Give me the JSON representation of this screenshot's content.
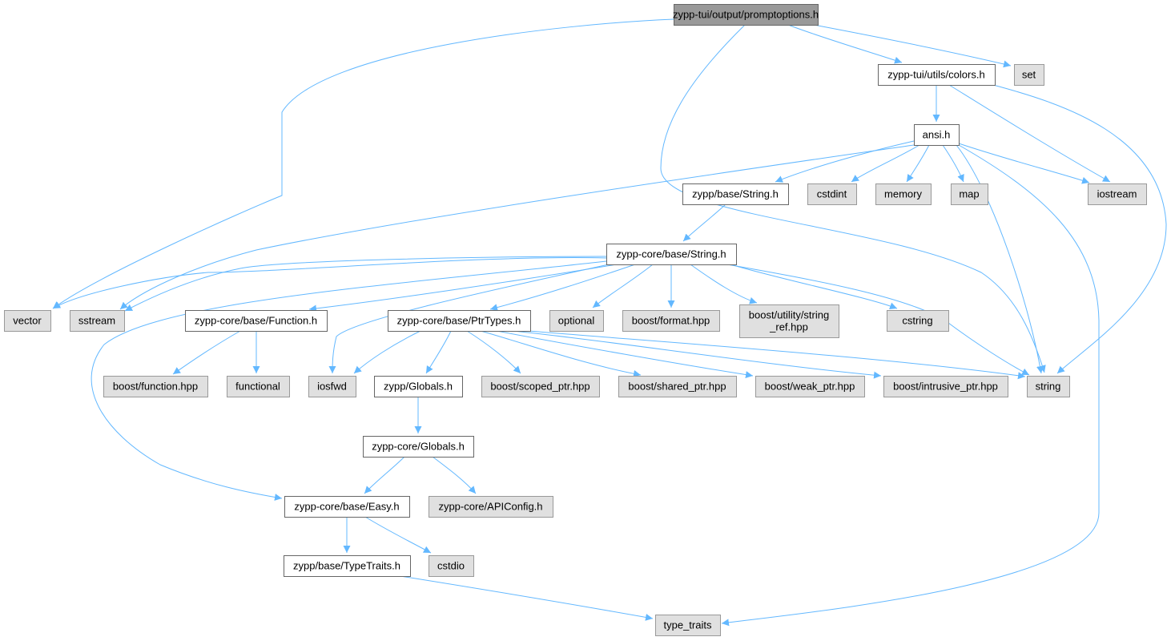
{
  "diagram": {
    "colors": {
      "root_fill": "#999999",
      "root_border": "#666666",
      "local_fill": "#ffffff",
      "local_border": "#666666",
      "external_fill": "#e0e0e0",
      "external_border": "#999999",
      "edge": "#63b8ff"
    },
    "nodes": [
      {
        "id": "promptoptions",
        "label": "zypp-tui/output/promptoptions.h",
        "kind": "root"
      },
      {
        "id": "set",
        "label": "set",
        "kind": "external"
      },
      {
        "id": "colors",
        "label": "zypp-tui/utils/colors.h",
        "kind": "local"
      },
      {
        "id": "ansi",
        "label": "ansi.h",
        "kind": "local"
      },
      {
        "id": "zyppString",
        "label": "zypp/base/String.h",
        "kind": "local"
      },
      {
        "id": "cstdint",
        "label": "cstdint",
        "kind": "external"
      },
      {
        "id": "memory",
        "label": "memory",
        "kind": "external"
      },
      {
        "id": "map",
        "label": "map",
        "kind": "external"
      },
      {
        "id": "iostream",
        "label": "iostream",
        "kind": "external"
      },
      {
        "id": "coreString",
        "label": "zypp-core/base/String.h",
        "kind": "local"
      },
      {
        "id": "vector",
        "label": "vector",
        "kind": "external"
      },
      {
        "id": "sstream",
        "label": "sstream",
        "kind": "external"
      },
      {
        "id": "function",
        "label": "zypp-core/base/Function.h",
        "kind": "local"
      },
      {
        "id": "ptrtypes",
        "label": "zypp-core/base/PtrTypes.h",
        "kind": "local"
      },
      {
        "id": "optional",
        "label": "optional",
        "kind": "external"
      },
      {
        "id": "bformat",
        "label": "boost/format.hpp",
        "kind": "external"
      },
      {
        "id": "bstringref",
        "label": [
          "boost/utility/string",
          "_ref.hpp"
        ],
        "kind": "external"
      },
      {
        "id": "cstring",
        "label": "cstring",
        "kind": "external"
      },
      {
        "id": "bfunction",
        "label": "boost/function.hpp",
        "kind": "external"
      },
      {
        "id": "functional",
        "label": "functional",
        "kind": "external"
      },
      {
        "id": "iosfwd",
        "label": "iosfwd",
        "kind": "external"
      },
      {
        "id": "globals",
        "label": "zypp/Globals.h",
        "kind": "local"
      },
      {
        "id": "bscoped",
        "label": "boost/scoped_ptr.hpp",
        "kind": "external"
      },
      {
        "id": "bshared",
        "label": "boost/shared_ptr.hpp",
        "kind": "external"
      },
      {
        "id": "bweak",
        "label": "boost/weak_ptr.hpp",
        "kind": "external"
      },
      {
        "id": "bintrusive",
        "label": "boost/intrusive_ptr.hpp",
        "kind": "external"
      },
      {
        "id": "string",
        "label": "string",
        "kind": "external"
      },
      {
        "id": "coreGlobals",
        "label": "zypp-core/Globals.h",
        "kind": "local"
      },
      {
        "id": "easy",
        "label": "zypp-core/base/Easy.h",
        "kind": "local"
      },
      {
        "id": "apiconfig",
        "label": "zypp-core/APIConfig.h",
        "kind": "external"
      },
      {
        "id": "typetraitsH",
        "label": "zypp/base/TypeTraits.h",
        "kind": "local"
      },
      {
        "id": "cstdio",
        "label": "cstdio",
        "kind": "external"
      },
      {
        "id": "type_traits",
        "label": "type_traits",
        "kind": "external"
      }
    ],
    "edges": [
      {
        "from": "promptoptions",
        "to": "set"
      },
      {
        "from": "promptoptions",
        "to": "colors"
      },
      {
        "from": "promptoptions",
        "to": "vector"
      },
      {
        "from": "promptoptions",
        "to": "string"
      },
      {
        "from": "colors",
        "to": "ansi"
      },
      {
        "from": "colors",
        "to": "iostream"
      },
      {
        "from": "colors",
        "to": "string"
      },
      {
        "from": "ansi",
        "to": "zyppString"
      },
      {
        "from": "ansi",
        "to": "cstdint"
      },
      {
        "from": "ansi",
        "to": "memory"
      },
      {
        "from": "ansi",
        "to": "map"
      },
      {
        "from": "ansi",
        "to": "iostream"
      },
      {
        "from": "ansi",
        "to": "sstream"
      },
      {
        "from": "ansi",
        "to": "string"
      },
      {
        "from": "ansi",
        "to": "type_traits"
      },
      {
        "from": "zyppString",
        "to": "coreString"
      },
      {
        "from": "coreString",
        "to": "vector"
      },
      {
        "from": "coreString",
        "to": "sstream"
      },
      {
        "from": "coreString",
        "to": "function"
      },
      {
        "from": "coreString",
        "to": "ptrtypes"
      },
      {
        "from": "coreString",
        "to": "optional"
      },
      {
        "from": "coreString",
        "to": "bformat"
      },
      {
        "from": "coreString",
        "to": "bstringref"
      },
      {
        "from": "coreString",
        "to": "cstring"
      },
      {
        "from": "coreString",
        "to": "iosfwd"
      },
      {
        "from": "coreString",
        "to": "string"
      },
      {
        "from": "coreString",
        "to": "easy"
      },
      {
        "from": "function",
        "to": "bfunction"
      },
      {
        "from": "function",
        "to": "functional"
      },
      {
        "from": "ptrtypes",
        "to": "iosfwd"
      },
      {
        "from": "ptrtypes",
        "to": "globals"
      },
      {
        "from": "ptrtypes",
        "to": "bscoped"
      },
      {
        "from": "ptrtypes",
        "to": "bshared"
      },
      {
        "from": "ptrtypes",
        "to": "bweak"
      },
      {
        "from": "ptrtypes",
        "to": "bintrusive"
      },
      {
        "from": "ptrtypes",
        "to": "string"
      },
      {
        "from": "globals",
        "to": "coreGlobals"
      },
      {
        "from": "coreGlobals",
        "to": "easy"
      },
      {
        "from": "coreGlobals",
        "to": "apiconfig"
      },
      {
        "from": "easy",
        "to": "typetraitsH"
      },
      {
        "from": "easy",
        "to": "cstdio"
      },
      {
        "from": "typetraitsH",
        "to": "type_traits"
      }
    ]
  }
}
